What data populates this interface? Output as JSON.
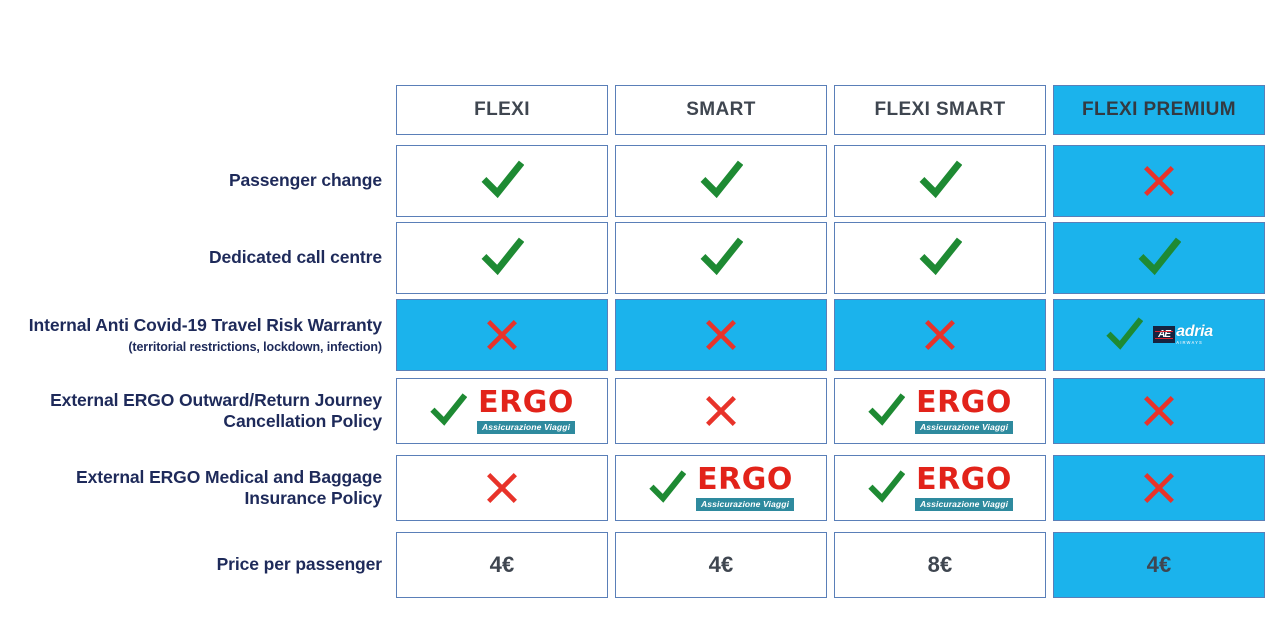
{
  "table": {
    "columns": [
      {
        "id": "flexi",
        "label": "FLEXI",
        "highlight": false
      },
      {
        "id": "smart",
        "label": "SMART",
        "highlight": false
      },
      {
        "id": "flexi-smart",
        "label": "FLEXI SMART",
        "highlight": false
      },
      {
        "id": "flexi-premium",
        "label": "FLEXI PREMIUM",
        "highlight": true
      }
    ],
    "rows": [
      {
        "id": "passenger-change",
        "label": "Passenger change",
        "label_line2": "",
        "sublabel": "",
        "highlight": false,
        "cells": [
          {
            "mark": "check"
          },
          {
            "mark": "check"
          },
          {
            "mark": "check"
          },
          {
            "mark": "cross"
          }
        ]
      },
      {
        "id": "dedicated-call-centre",
        "label": "Dedicated call centre",
        "label_line2": "",
        "sublabel": "",
        "highlight": false,
        "cells": [
          {
            "mark": "check"
          },
          {
            "mark": "check"
          },
          {
            "mark": "check"
          },
          {
            "mark": "check"
          }
        ]
      },
      {
        "id": "internal-anti-covid-19-travel-risk-warranty",
        "label": "Internal Anti Covid-19 Travel Risk Warranty",
        "label_line2": "",
        "sublabel": "(territorial restrictions, lockdown, infection)",
        "highlight": true,
        "cells": [
          {
            "mark": "cross"
          },
          {
            "mark": "cross"
          },
          {
            "mark": "cross"
          },
          {
            "mark": "check",
            "logo": "adria"
          }
        ]
      },
      {
        "id": "external-ergo-outward-return-journey-cancellation-policy",
        "label": "External ERGO Outward/Return Journey",
        "label_line2": "Cancellation Policy",
        "sublabel": "",
        "highlight": false,
        "cells": [
          {
            "mark": "check",
            "logo": "ergo"
          },
          {
            "mark": "cross"
          },
          {
            "mark": "check",
            "logo": "ergo"
          },
          {
            "mark": "cross"
          }
        ]
      },
      {
        "id": "external-ergo-medical-and-baggage-insurance-policy",
        "label": "External ERGO Medical and Baggage",
        "label_line2": "Insurance Policy",
        "sublabel": "",
        "highlight": false,
        "cells": [
          {
            "mark": "cross"
          },
          {
            "mark": "check",
            "logo": "ergo"
          },
          {
            "mark": "check",
            "logo": "ergo"
          },
          {
            "mark": "cross"
          }
        ]
      },
      {
        "id": "price-per-passenger",
        "label": "Price per passenger",
        "label_line2": "",
        "sublabel": "",
        "highlight": false,
        "cells": [
          {
            "text": "4€"
          },
          {
            "text": "4€"
          },
          {
            "text": "8€"
          },
          {
            "text": "4€"
          }
        ]
      }
    ]
  },
  "logos": {
    "ergo": {
      "word": "ERGO",
      "tagline": "Assicurazione Viaggi"
    },
    "adria": {
      "badge": "AE",
      "word": "adria",
      "tagline": "AIRWAYS"
    }
  },
  "icons": {
    "check": "check-mark-icon",
    "cross": "cross-mark-icon"
  },
  "colors": {
    "highlight": "#1BB3EC",
    "label_text": "#1e2a5a",
    "cell_border": "#5a7fb8",
    "check_green": "#1e8a33",
    "cross_red": "#e8332a",
    "ergo_red": "#e2231a",
    "ergo_band": "#2e8a9e",
    "header_text": "#3f4650"
  }
}
